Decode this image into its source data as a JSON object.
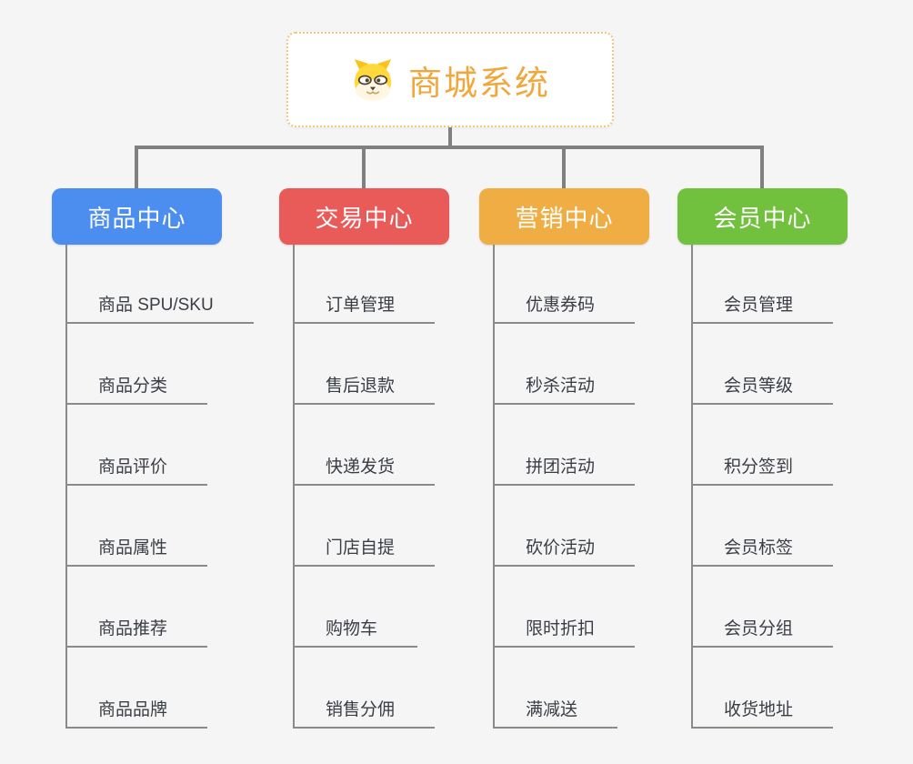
{
  "root": {
    "title": "商城系统",
    "icon": "dog-face-icon",
    "accent_color": "#f0a73c",
    "border_color": "#f5c578"
  },
  "colors": {
    "background": "#f5f5f6",
    "connector": "#808080",
    "child_line": "#8a8a8a",
    "child_text": "#3a3e44"
  },
  "branches": [
    {
      "label": "商品中心",
      "color": "#4b8ef0",
      "children": [
        "商品 SPU/SKU",
        "商品分类",
        "商品评价",
        "商品属性",
        "商品推荐",
        "商品品牌"
      ]
    },
    {
      "label": "交易中心",
      "color": "#e85b58",
      "children": [
        "订单管理",
        "售后退款",
        "快递发货",
        "门店自提",
        "购物车",
        "销售分佣"
      ]
    },
    {
      "label": "营销中心",
      "color": "#efad43",
      "children": [
        "优惠券码",
        "秒杀活动",
        "拼团活动",
        "砍价活动",
        "限时折扣",
        "满减送"
      ]
    },
    {
      "label": "会员中心",
      "color": "#72c13e",
      "children": [
        "会员管理",
        "会员等级",
        "积分签到",
        "会员标签",
        "会员分组",
        "收货地址"
      ]
    }
  ]
}
